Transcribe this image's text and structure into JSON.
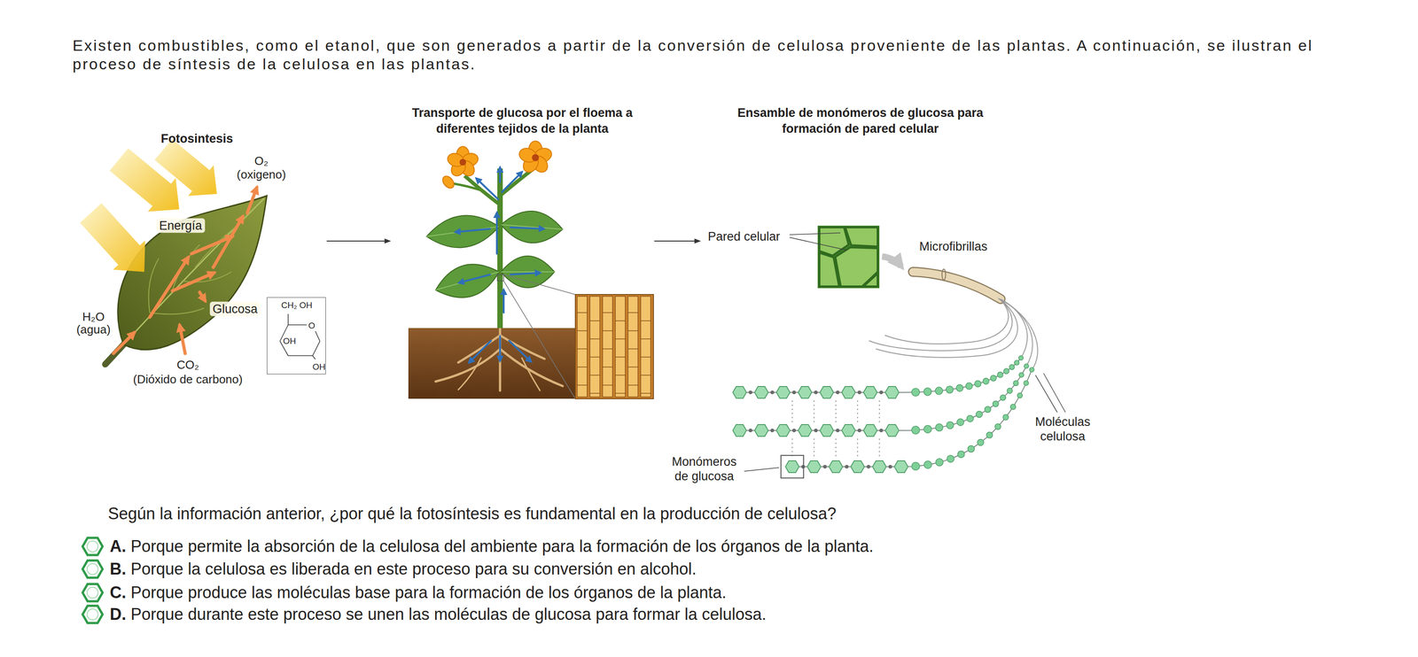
{
  "diagram": {
    "nodes": [
      {
        "text": [
          "Fotosintesis"
        ]
      },
      {
        "text": [
          "CH₂ OH",
          "O",
          "OH",
          "OH"
        ],
        "in": 0
      },
      {
        "text": [
          "Transporte de glucosa por el floema a diferentes tejidos de la planta"
        ]
      },
      {
        "text": [
          "Ensamble de monómeros de glucosa para formación de pared celular"
        ]
      }
    ],
    "edges": [
      {
        "from": 0,
        "to": 2,
        "arrow": "to"
      },
      {
        "from": 2,
        "to": 3,
        "arrow": "to"
      }
    ],
    "labels": [
      "Existen combustibles, como el etanol, que son generados a partir de la conversión de celulosa proveniente de las plantas. A continuación, se ilustran el proceso de síntesis de la celulosa en las plantas.",
      "O₂",
      "(oxigeno)",
      "Energía",
      "Glucosa",
      "H₂O",
      "(agua)",
      "CO₂",
      "(Dióxido de carbono)",
      "Pared celular",
      "Microfibrillas",
      "Moléculas celulosa",
      "Monómeros de glucosa",
      "Según la información anterior, ¿por qué la fotosíntesis es fundamental en la producción de celulosa?",
      "A.",
      "Porque permite la absorción de la celulosa del ambiente para la formación de los órganos de la planta.",
      "B.",
      "Porque la celulosa es liberada en este proceso para su conversión en alcohol.",
      "C.",
      "Porque produce las moléculas base para la formación de los órganos de la planta.",
      "D.",
      "Porque durante este proceso se unen las moléculas de glucosa para formar la celulosa."
    ]
  }
}
